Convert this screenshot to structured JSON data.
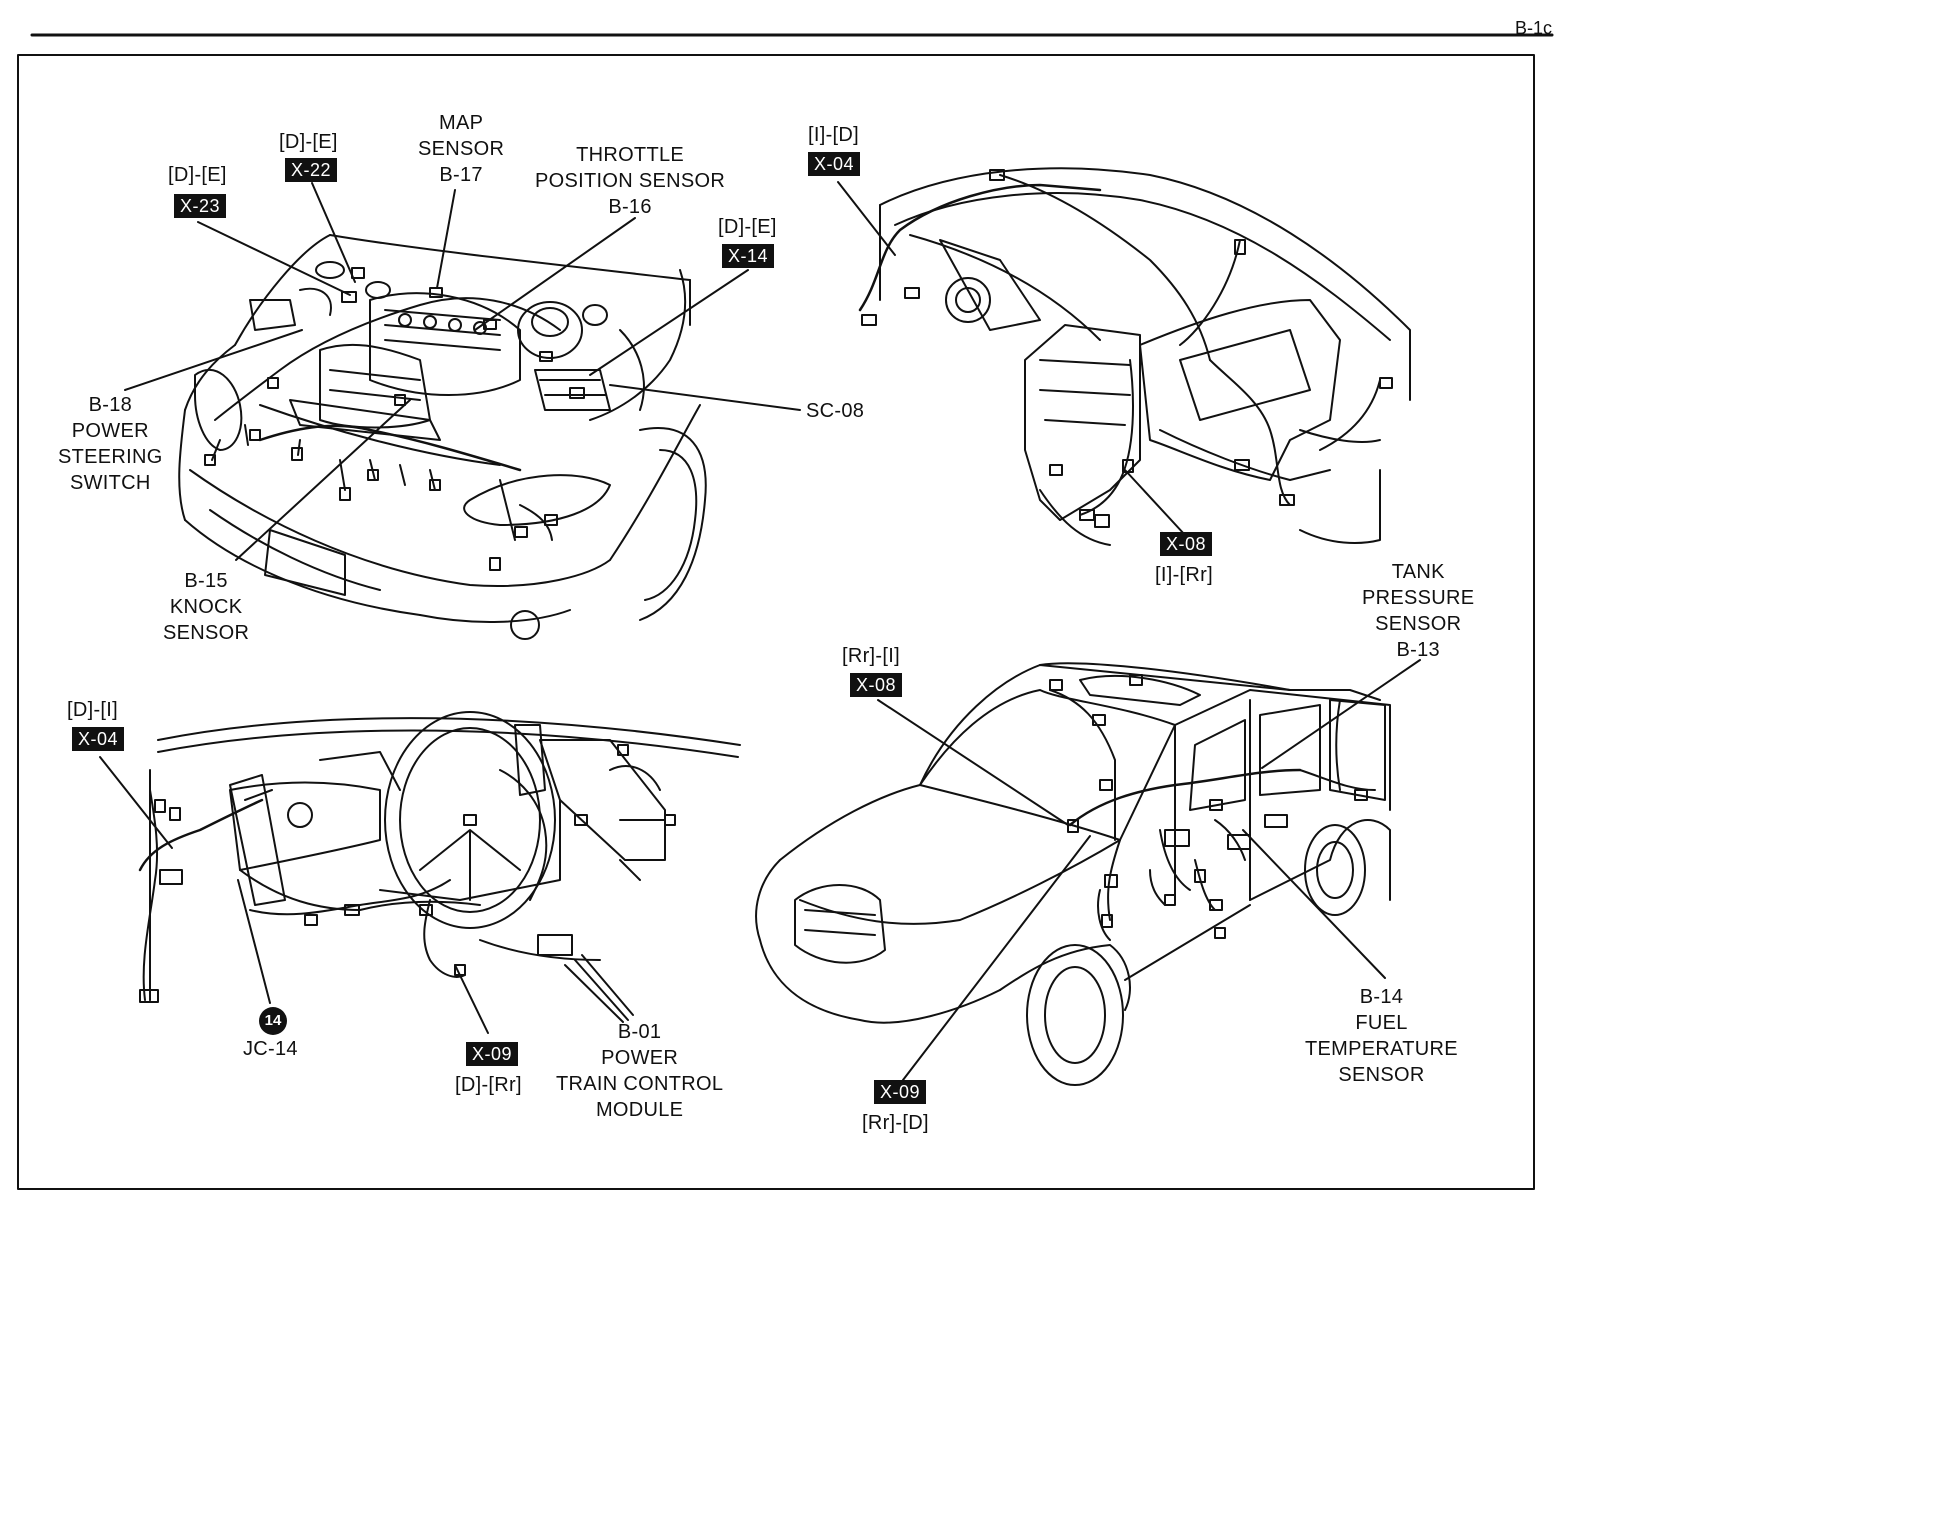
{
  "page": {
    "number": "B-1c"
  },
  "engine_view": {
    "x23_loc": "[D]-[E]",
    "x23": "X-23",
    "x22_loc": "[D]-[E]",
    "x22": "X-22",
    "map_sensor": [
      "MAP",
      "SENSOR",
      "B-17"
    ],
    "throttle_sensor": [
      "THROTTLE",
      "POSITION SENSOR",
      "B-16"
    ],
    "x14_loc": "[D]-[E]",
    "x14": "X-14",
    "power_steering": [
      "B-18",
      "POWER",
      "STEERING",
      "SWITCH"
    ],
    "sc08": "SC-08",
    "knock_sensor": [
      "B-15",
      "KNOCK",
      "SENSOR"
    ]
  },
  "dash_view": {
    "x04_loc": "[I]-[D]",
    "x04": "X-04",
    "x08": "X-08",
    "x08_loc": "[I]-[Rr]"
  },
  "cabin_view": {
    "x04_loc": "[D]-[I]",
    "x04": "X-04",
    "jc14_num": "14",
    "jc14": "JC-14",
    "x09": "X-09",
    "x09_loc": "[D]-[Rr]",
    "pcm": [
      "B-01",
      "POWER",
      "TRAIN CONTROL",
      "MODULE"
    ]
  },
  "van_view": {
    "x08_loc": "[Rr]-[I]",
    "x08": "X-08",
    "tank_sensor": [
      "TANK",
      "PRESSURE",
      "SENSOR",
      "B-13"
    ],
    "fuel_temp": [
      "B-14",
      "FUEL",
      "TEMPERATURE",
      "SENSOR"
    ],
    "x09": "X-09",
    "x09_loc": "[Rr]-[D]"
  }
}
